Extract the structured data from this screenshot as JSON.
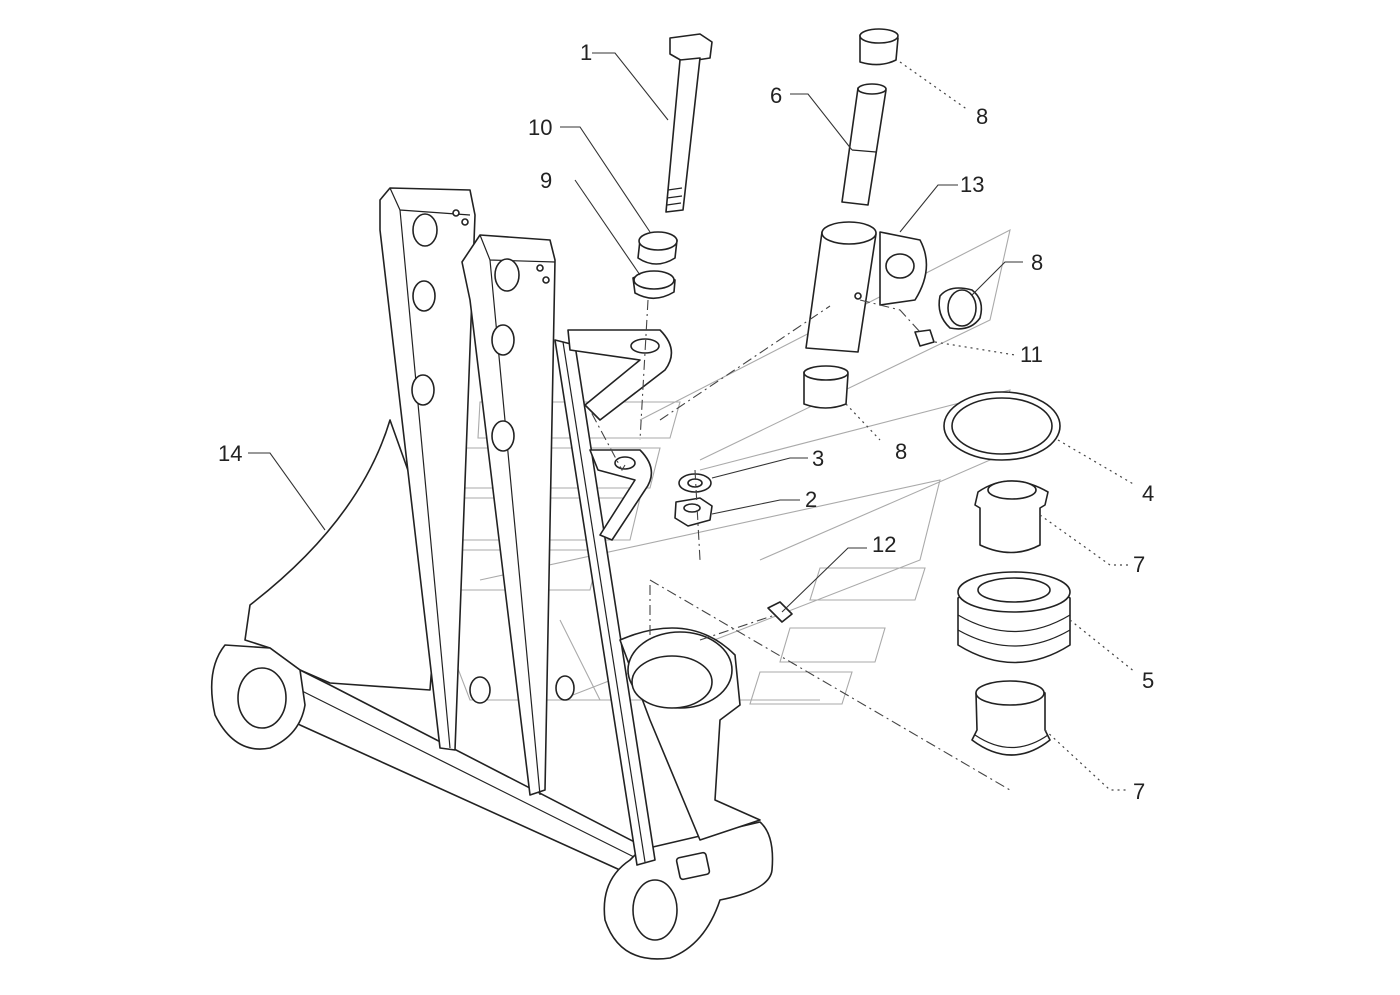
{
  "callouts": {
    "c1": "1",
    "c2": "2",
    "c3": "3",
    "c4": "4",
    "c5": "5",
    "c6": "6",
    "c7a": "7",
    "c7b": "7",
    "c8a": "8",
    "c8b": "8",
    "c8c": "8",
    "c9": "9",
    "c10": "10",
    "c11": "11",
    "c12": "12",
    "c13": "13",
    "c14": "14"
  },
  "colors": {
    "line": "#222222",
    "watermark": "#aaaaaa",
    "background": "#ffffff"
  }
}
